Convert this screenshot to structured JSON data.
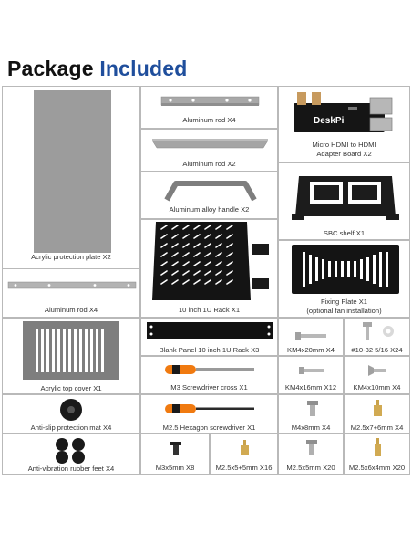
{
  "title": {
    "part1": "Package",
    "part2": "Included"
  },
  "colors": {
    "title_dark": "#111111",
    "title_accent": "#1f4e9c",
    "border": "#b9b9b9",
    "metal": "#9a9a9a",
    "black": "#1a1a1a",
    "gold": "#c9a24a"
  },
  "labels": {
    "acrylic_plate": "Acrylic protection plate X2",
    "rod_x4_top": "Aluminum rod X4",
    "rod_x2": "Aluminum rod X2",
    "handle": "Aluminum alloy handle X2",
    "rack": "10 inch 1U Rack X1",
    "hdmi_board_1": "Micro HDMI to HDMI",
    "hdmi_board_2": "Adapter Board  X2",
    "board_brand": "DeskPi",
    "sbc_shelf": "SBC shelf X1",
    "fixing_plate_1": "Fixing Plate X1",
    "fixing_plate_2": "(optional fan installation)",
    "rod_x4_left": "Aluminum rod X4",
    "top_cover": "Acrylic top cover X1",
    "blank_panel": "Blank Panel 10 inch 1U Rack  X3",
    "screwdriver_cross": "M3 Screwdriver cross  X1",
    "hex_screwdriver": "M2.5 Hexagon screwdriver  X1",
    "km4x20": "KM4x20mm X4",
    "screw_1032": "#10-32  5/16 X24",
    "km4x16": "KM4x16mm X12",
    "km4x10": "KM4x10mm X4",
    "m4x8": "M4x8mm X4",
    "m25x7": "M2.5x7+6mm X4",
    "anti_slip": "Anti-slip protection mat X4",
    "rubber_feet": "Anti-vibration rubber feet X4",
    "m3x5": "M3x5mm X8",
    "m25x5_5": "M2.5x5+5mm X16",
    "m25x5": "M2.5x5mm X20",
    "m25x6x4": "M2.5x6x4mm X20"
  }
}
